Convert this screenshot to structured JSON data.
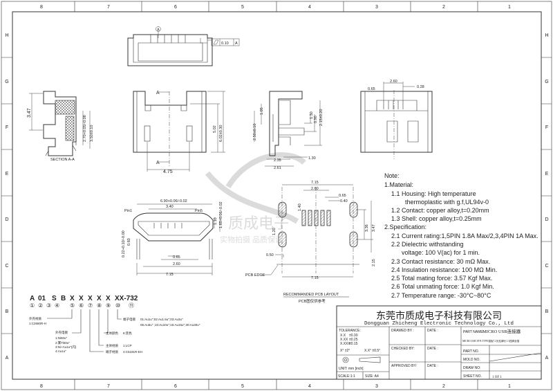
{
  "frame": {
    "columns": [
      "8",
      "7",
      "6",
      "5",
      "4",
      "3",
      "2",
      "1"
    ],
    "rows": [
      "H",
      "G",
      "F",
      "E",
      "D",
      "C",
      "B",
      "A"
    ]
  },
  "views": {
    "top": {
      "datum": "A",
      "flatness_value": "0.10",
      "flatness_datum": "A"
    },
    "section": {
      "title": "SECTION A-A",
      "dims": [
        "3.47",
        "2.70+0.05/-0.08",
        "3.50±0.10"
      ]
    },
    "front": {
      "cut_label": "A",
      "dims": [
        "4.75",
        "5.02",
        "6.02±0.30"
      ]
    },
    "side": {
      "dims": [
        "1.05",
        "2.50±0.10",
        "1.30",
        "0.90",
        "2.15±0.20",
        "2.35",
        "2.61",
        "1.30"
      ]
    },
    "rear": {
      "dims": [
        "2.60",
        "0.65",
        "0.28"
      ]
    },
    "mating": {
      "dims": [
        "6.90+0.06/-0.02",
        "3.40",
        "Pin1",
        "Pin5",
        "1.10",
        "1.85+0.06/-0.02",
        "0.22+0.10/-0.00",
        "0.60",
        "0.65",
        "2.60",
        "7.15"
      ]
    },
    "pcb": {
      "dims": [
        "7.15",
        "2.60",
        "0.65",
        "0.40",
        "1.40",
        "1.20",
        "3.36",
        "3.47",
        "0.50",
        "2.15",
        "7.15"
      ],
      "edge_label": "PCB EDGE",
      "title": "RECOMMANDED PCB LAYOUT",
      "subtitle": "PCB图仅供参考"
    }
  },
  "watermark": {
    "line1": "质成电子",
    "line2": "实物拍摄 品质保证"
  },
  "notes": {
    "heading": "Note:",
    "lines": [
      "1.Material:",
      "1.1 Housing: High temperature",
      "thermoplastic with g.f,UL94v-0",
      "1.2 Contact: copper alloy,t=0.20mm",
      "1.3 Shell: copper alloy,t=0.25mm",
      "2.Specification:",
      "2.1 Current rating:1,5PIN 1.8A Max/2,3,4PIN 1A Max.",
      "2.2 Dielectric withstanding",
      "voltage: 100 V(ac) for 1 min.",
      "2.3 Contact resistance: 30 mΩ Max.",
      "2.4 Insulation resistance: 100 MΩ Min.",
      "2.5 Total mating force: 3.57 Kgf Max.",
      "2.6 Total unmating force: 1.0 Kgf Min.",
      "2.7 Temperature range: -30°C~80°C"
    ]
  },
  "part_code": {
    "segments": [
      "A",
      "01",
      "S",
      "B",
      "X",
      "X",
      "X",
      "X",
      "X",
      "XX-732"
    ],
    "circled": [
      "①",
      "②",
      "③",
      "④",
      "⑤",
      "⑥",
      "⑦",
      "⑧",
      "⑨",
      "⑩",
      "⑪"
    ],
    "shell_material": {
      "label": "外壳材质",
      "value": "1:C2680R-H"
    },
    "shell_plating": {
      "label": "外壳电镀",
      "values": [
        "1:Ni50u''",
        "2:雾Ti50u''",
        "3:Ni+Au1u''(闪)",
        "4:Au1u''"
      ]
    },
    "terminal_plating": {
      "label": "端子电镀",
      "values": [
        "01:Au1u'';02:Au1.5u'';03:Au3u''",
        "05:Au5u'' ;10:Au10u'';15:Au15u'';30:Au30u''"
      ]
    },
    "body_color": {
      "label": "主体颜色",
      "value": "8:黑色"
    },
    "body_material": {
      "label": "主体材质",
      "value": "1:LCP"
    },
    "terminal_material": {
      "label": "端子材质",
      "value": "4:C5191R-EH"
    }
  },
  "title_block": {
    "company_cn": "东莞市质成电子科技有限公司",
    "company_en": "Dongguan Zhicheng Electronic Technology Co., Ltd",
    "tolerance_label": "TOLERANCE:",
    "tolerances": [
      [
        "X.X",
        "±0.30"
      ],
      [
        "X.XX",
        "±0.25"
      ],
      [
        "X.XXX",
        "±0.15"
      ]
    ],
    "angle_tol": [
      "X° ±2°",
      "X.X° ±0.5°"
    ],
    "unit": "UNIT: mm [inch]",
    "scale": "SCALE:1:1",
    "size": "SIZE: A4",
    "drawed_by": "DRAWED BY :",
    "checked_by": "CHECKED BY:",
    "approved_by": "APPROVED BY:",
    "date": "DATE :",
    "part_name_label": "PART NAME:",
    "part_name": "MICRO USB连接器",
    "part_desc": "MICRO USB 5P B TYPE插板7.2无柱脚长1.3四脚全插",
    "part_no": "PART NO.",
    "mold_no": "MOLD NO.",
    "draw_no": "DRAW NO:",
    "sheet_no": "SHEET NO.",
    "sheet_value": "1 OF 1"
  }
}
